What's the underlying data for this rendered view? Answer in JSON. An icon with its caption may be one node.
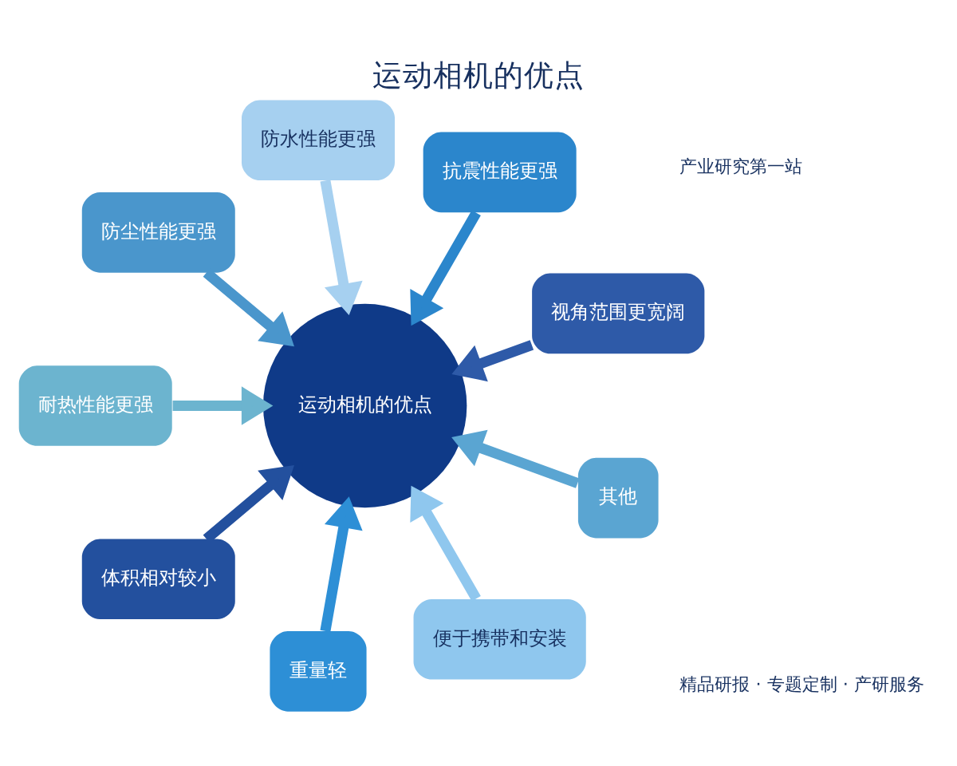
{
  "diagram": {
    "title": "运动相机的优点",
    "nodes": [
      {
        "text": [
          "运动相机的优点"
        ]
      },
      {
        "text": [
          "视角范围更宽阔"
        ]
      },
      {
        "text": [
          "抗震性能更强"
        ]
      },
      {
        "text": [
          "防水性能更强"
        ]
      },
      {
        "text": [
          "防尘性能更强"
        ]
      },
      {
        "text": [
          "耐热性能更强"
        ]
      },
      {
        "text": [
          "体积相对较小"
        ]
      },
      {
        "text": [
          "重量轻"
        ]
      },
      {
        "text": [
          "便于携带和安装"
        ]
      },
      {
        "text": [
          "其他"
        ]
      }
    ],
    "edges": [
      {
        "from": 1,
        "to": 0,
        "arrow": "to",
        "color": "#2e5aa8"
      },
      {
        "from": 2,
        "to": 0,
        "arrow": "to",
        "color": "#2b86cc"
      },
      {
        "from": 3,
        "to": 0,
        "arrow": "to",
        "color": "#a6d0f0"
      },
      {
        "from": 4,
        "to": 0,
        "arrow": "to",
        "color": "#4a96cc"
      },
      {
        "from": 5,
        "to": 0,
        "arrow": "to",
        "color": "#6cb4cf"
      },
      {
        "from": 6,
        "to": 0,
        "arrow": "to",
        "color": "#23509e"
      },
      {
        "from": 7,
        "to": 0,
        "arrow": "to",
        "color": "#2d8fd6"
      },
      {
        "from": 8,
        "to": 0,
        "arrow": "to",
        "color": "#8fc7ee"
      },
      {
        "from": 9,
        "to": 0,
        "arrow": "to",
        "color": "#5aa5d2"
      }
    ],
    "labels": [
      "产业研究第一站",
      "精品研报 · 专题定制 · 产研服务"
    ]
  }
}
